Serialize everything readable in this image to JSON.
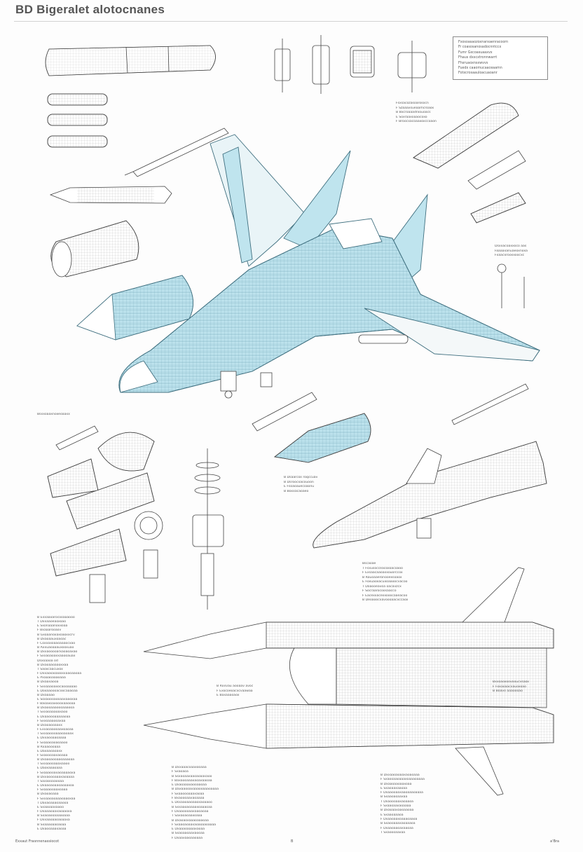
{
  "title": "BD Bigeralet alotocnanes",
  "colors": {
    "ink": "#3a3a3a",
    "fine_ink": "#7a7a7a",
    "accent_fill": "#bfe4ee",
    "accent_stroke": "#5fa7bd",
    "paper": "#fdfdfd"
  },
  "icons": [
    "engine-pod-icon",
    "missile-icon",
    "bolt-icon",
    "ring-icon",
    "fighter-jet-icon"
  ],
  "footer": {
    "left": "Exxaut Frasnnenassiocot",
    "mid": "B",
    "right": "a'Bra"
  },
  "legend": [
    "Fxosoasaozoxnarxaenracoorn",
    "Fr coasosanosadocnntccx",
    "Fumr Gxcoasuaaxvx",
    "Fhaus dxxcxtronnwarrt",
    "Fhsruaoxnsxwvvs",
    "Fuedx caaomucaaceaamn",
    "Fotxcrosaauloacuaoanr"
  ],
  "notes": {
    "upper_right": [
      "Fsxsacozasoarosocn",
      "F Szaaaxsueaamcroaox",
      "B Bxcroaaadrxouoacs",
      "E Soxraaxoaaocoxo",
      "F Broocxacoaaxoxccoaon"
    ],
    "right_mid": [
      "Dsxxacoaxxoco aas",
      "Faaaaxanuaeoxnoxa",
      "Fxaacxrooxxoocxc"
    ],
    "left_section": [
      "Bsxxoaaxnoxeoaaxx"
    ],
    "center_small": [
      "B Dsaarcox roqccuav",
      "B Dsroocxacouoon",
      "E Fsoaoauecoaonu",
      "B Boxxacaoaeo"
    ],
    "center_right": [
      "Bscaoae",
      "T Fsxusocceacoxoacoaoo",
      "F Exsaacaaoaxxouorccox",
      "B Rouoaaeronooexsoaox",
      "E Foxuaoxacuxoaaoocvacoo",
      "T Doaooeavoa oacavzcx",
      "F Socraarocoosaacco",
      "F Eacexxacexxooocaaeacoo",
      "B Deoaoocxavoooaacxccaox"
    ],
    "mid_left_between": [
      "B Rxxvau aooaav avoc",
      "F Exocoeoacxcvaawaa",
      "E Baxaaaoaox"
    ],
    "mid_right_between": [
      "Bxxoaoxoovooucvsaox",
      "F Foxaoaacxauoxoao",
      "B Boavo aaaoooao"
    ],
    "left_column": [
      "B Exxaaxarocooaaaooo",
      "T Dxxaaoeaoxoao",
      "E Sxonaaanoxxoaa",
      "F Bxaaarooaov",
      "B Gxoaanoxaxoaoxxcrv",
      "B Dxaoaauxoaoac",
      "F Coxxaxoaaoaaaocxao",
      "B Axxuaoaaauxooxuao",
      "B Dxxaooooarxaoaoaxao",
      "F Sxxaoaoaxxaaooauax",
      "Dsxoaaoa od",
      "B Dxaoaaoaaoxxaa",
      "T Saoxcaacuxox",
      "F Dxxaoxaoaooxxaaoaaoaa",
      "E Pxaaaoaaaoaaa",
      "B Dxaaxaooa",
      "F Sxxaaaoaxocaooaaaao",
      "E Doxaaoooacoocaaaoaa",
      "B Dxaaaao",
      "E Soxaoooaooaaxaaoxaa",
      "F Baoaxoaxoooxaaooaa",
      "B Dxaooaaaoooaaaooa",
      "T Sxxaoaaaoaxaoo",
      "E Dxaaoooaaaaaoaa",
      "F Sxxoaaaooaxaa",
      "B Dxaoaooaaxx",
      "F Exxaoaaooaaxoaoaa",
      "T Sxxaaoooaaaoaoaax",
      "E Dxxaooaaoaaaa",
      "F Sxaaaoaoaoaaoo",
      "B Rxaaoooaaa",
      "E Daxaaoaoaxx",
      "F Sxaoooaaxaoaaa",
      "B Dxaaoaooaaoaaaoaa",
      "T Sxxaaooaaaxaaoo",
      "E Daoxaaaoaaa",
      "F Sxaaaooaxaoaaaaoxa",
      "B Dxxaoooaaaxaoaaaa",
      "T Saxaooaaooaa",
      "E Dxaaoaoaaoaoaaxoa",
      "F Sxaaaooaaxoaaa",
      "B Dxaoaoaaa",
      "F Sxxaaoaoaaaoaaoxaa",
      "T Daxaoaaaoaaooa",
      "E Sxaaoaaxaaoo",
      "F Dxaaaoaaxaoaaoxa",
      "B Sxaoaooaaaaoaaa",
      "F Dxxaaoaaoaoaaxa",
      "B Sxaaaoaaoaoaa",
      "E Dxaooaaaxaoaa"
    ],
    "bottom_center": [
      "B Dxxaaacoaaxooaaa",
      "F Sxaoaoa",
      "B Ssxaoaaxaaoaoaaxaoo",
      "F Baxaooaaaxaoaxaaoaa",
      "E Dxaoaaaxaooaaoaa",
      "B Daxaaooaxaaaooaaaoaaaa",
      "F Sxaaoooaaaxaoaa",
      "F Bxaoooaaxaoaaaa",
      "E Dsxaaoaaoaaoxaoaaoo",
      "B Sxxaaoaoaaaxoaaaoaa",
      "F Dxaaoooaaxaaoaoaa",
      "T Saxaoaoaaxoaaa",
      "B Dxaoaoxaaaoaaaoaa",
      "F Sxaaoaoaaxaoaoaaoaaaa",
      "E Dxaaaoaaaaxaoaa",
      "B Sxaoaaoaaxaooaa",
      "F Dxaaxaaoaaoaaa"
    ],
    "bottom_right": [
      "B Dxxaaoaoaaxaoaoaaa",
      "F Sxaooaaoaaaxoaaaoaaaa",
      "B Dxaaoaaoaaxoaa",
      "E Sxaoaaxaaoaa",
      "F Dxaaooaaxaaoaaaoaaaa",
      "B Sxaaoaoaaxaa",
      "T Dxaoooaaxaoaaoa",
      "F Sxaaoaaxaoaaaa",
      "B Dxaoaaxaaoaaoaa",
      "E Sxaaoaaaoa",
      "F Dxaaoaaxoaaaoaaoa",
      "B Sxaooaaaxaoaaaoa",
      "F Dxaaoaaoaxaaoaa",
      "T Sxaoooaaxaa"
    ]
  }
}
